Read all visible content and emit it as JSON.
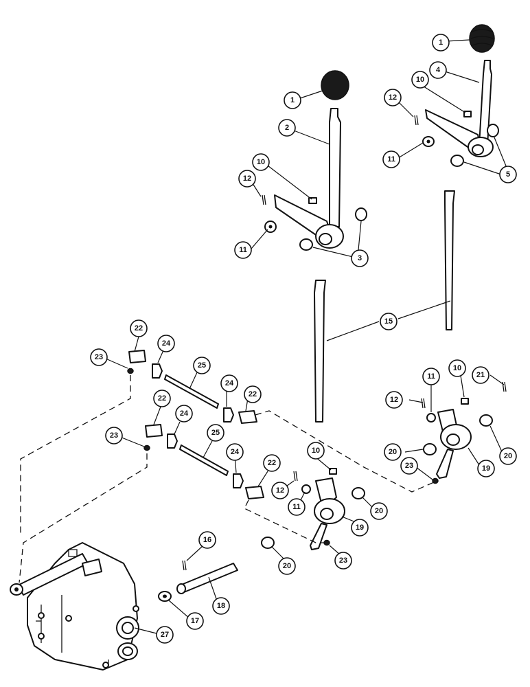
{
  "callouts": {
    "c1a": "1",
    "c1b": "1",
    "c2": "2",
    "c3": "3",
    "c4": "4",
    "c5": "5",
    "c10a": "10",
    "c10b": "10",
    "c10c": "10",
    "c10d": "10",
    "c11a": "11",
    "c11b": "11",
    "c11c": "11",
    "c11d": "11",
    "c12a": "12",
    "c12b": "12",
    "c12c": "12",
    "c12d": "12",
    "c15": "15",
    "c16": "16",
    "c17": "17",
    "c18": "18",
    "c19a": "19",
    "c19b": "19",
    "c20a": "20",
    "c20b": "20",
    "c20c": "20",
    "c20d": "20",
    "c21": "21",
    "c22a": "22",
    "c22b": "22",
    "c22c": "22",
    "c22d": "22",
    "c23a": "23",
    "c23b": "23",
    "c23c": "23",
    "c23d": "23",
    "c24a": "24",
    "c24b": "24",
    "c24c": "24",
    "c24d": "24",
    "c25a": "25",
    "c25b": "25",
    "c27": "27"
  }
}
